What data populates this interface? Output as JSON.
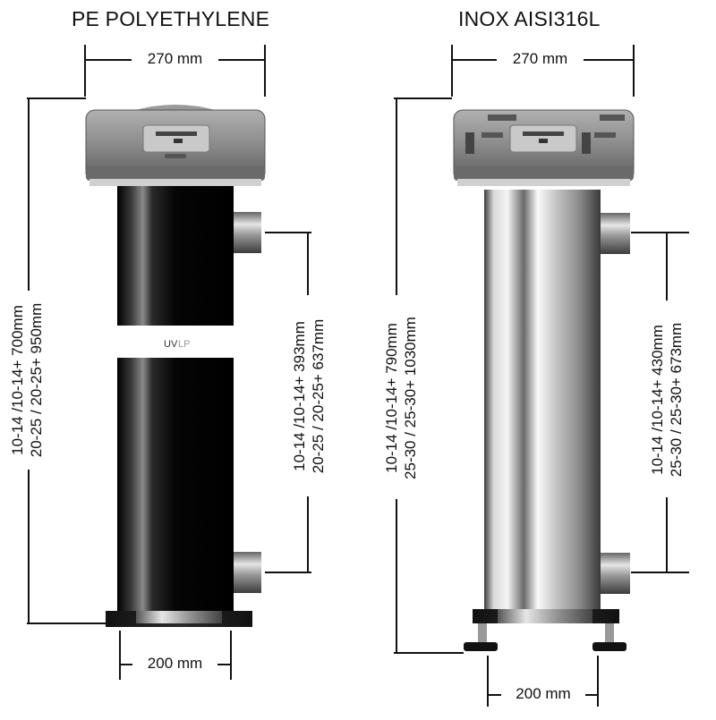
{
  "left_unit": {
    "title": "PE POLYETHYLENE",
    "width_top": "270 mm",
    "width_base": "200 mm",
    "height_total": [
      "10-14 /10-14+ 700mm",
      "20-25 / 20-25+ 950mm"
    ],
    "ports_distance": [
      "10-14 /10-14+ 393mm",
      "20-25 / 20-25+ 637mm"
    ],
    "band_label_uv": "UV",
    "band_label_lp": "LP"
  },
  "right_unit": {
    "title": "INOX AISI316L",
    "width_top": "270 mm",
    "width_base": "200 mm",
    "height_total": [
      "10-14 /10-14+ 790mm",
      "25-30 / 25-30+ 1030mm"
    ],
    "ports_distance": [
      "10-14 /10-14+ 430mm",
      "25-30 / 25-30+ 673mm"
    ]
  },
  "colors": {
    "pe_body": "#0b0b0b",
    "inox_body": "#b8b8b8",
    "controller": "#8c8c8c",
    "dimension_line": "#111111"
  }
}
